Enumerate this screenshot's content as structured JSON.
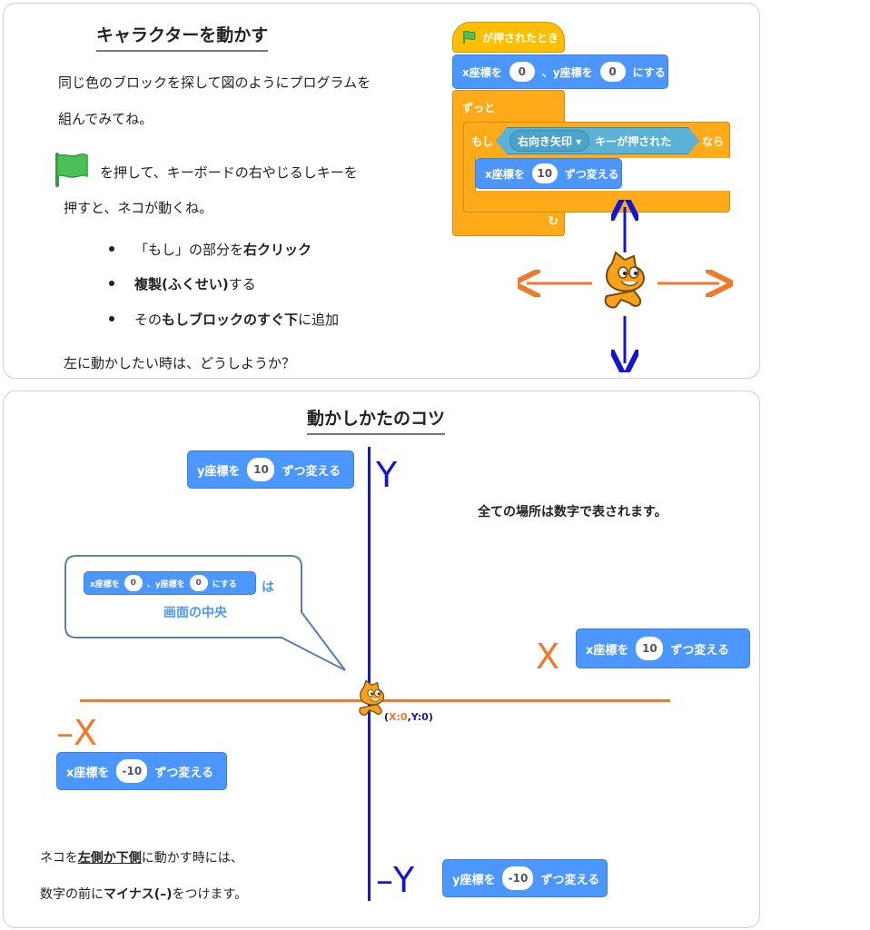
{
  "section1": {
    "title": "キャラクターを動かす",
    "line1": "同じ色のブロックを探して図のようにプログラムを",
    "line2": "組んでみてね。",
    "flag_text1": "を押して、キーボードの右やじるしキーを",
    "flag_text2": "押すと、ネコが動くね。",
    "bullets": [
      {
        "pre": "「もし」の部分を",
        "bold": "右クリック",
        "post": ""
      },
      {
        "pre": "",
        "bold": "複製(ふくせい)",
        "post": "する"
      },
      {
        "pre": "その",
        "bold": "もしブロックのすぐ下",
        "post": "に追加"
      }
    ],
    "question": "左に動かしたい時は、どうしようか？"
  },
  "program": {
    "event_label": "が押されたとき",
    "goto_x_label": "x座標を",
    "goto_x_value": "0",
    "goto_y_label": "、y座標を",
    "goto_y_value": "0",
    "goto_suffix": "にする",
    "forever_label": "ずっと",
    "if_label": "もし",
    "key_dropdown": "右向き矢印 ▾",
    "key_pressed": "キーが押された",
    "then_label": "なら",
    "change_x_label": "x座標を",
    "change_x_value": "10",
    "change_suffix": "ずつ変える",
    "loop_arrow": "↻"
  },
  "section2": {
    "title": "動かしかたのコツ",
    "all_places": "全ての場所は数字で表されます。",
    "block_y_pos": {
      "label": "y座標を",
      "value": "10",
      "suffix": "ずつ変える"
    },
    "block_x_pos": {
      "label": "x座標を",
      "value": "10",
      "suffix": "ずつ変える"
    },
    "block_x_neg": {
      "label": "x座標を",
      "value": "-10",
      "suffix": "ずつ変える"
    },
    "block_y_neg": {
      "label": "y座標を",
      "value": "-10",
      "suffix": "ずつ変える"
    },
    "callout": {
      "x_label": "x座標を",
      "x_value": "0",
      "y_label": "、y座標を",
      "y_value": "0",
      "suffix": "にする",
      "wa": "は",
      "center": "画面の中央"
    },
    "axis": {
      "y": "Y",
      "neg_y": "–Y",
      "x": "X",
      "neg_x": "–X"
    },
    "origin": {
      "open": "(",
      "x": "X:0",
      "comma": ",",
      "y": "Y:0",
      "close": ")"
    },
    "note_line1": {
      "pre": "ネコを",
      "bold": "左側か下側",
      "post": "に動かす時には、"
    },
    "note_line2": {
      "pre": "数字の前に",
      "bold": "マイナス(–)",
      "post": "をつけます。"
    }
  },
  "colors": {
    "motion_blue": "#4c97ff",
    "control_orange": "#ffab19",
    "event_yellow": "#ffbf00",
    "sensing_blue": "#5cb1d6",
    "axis_blue": "#0000cc",
    "axis_orange": "#ef7a2e",
    "flag_green": "#4cbf56"
  }
}
